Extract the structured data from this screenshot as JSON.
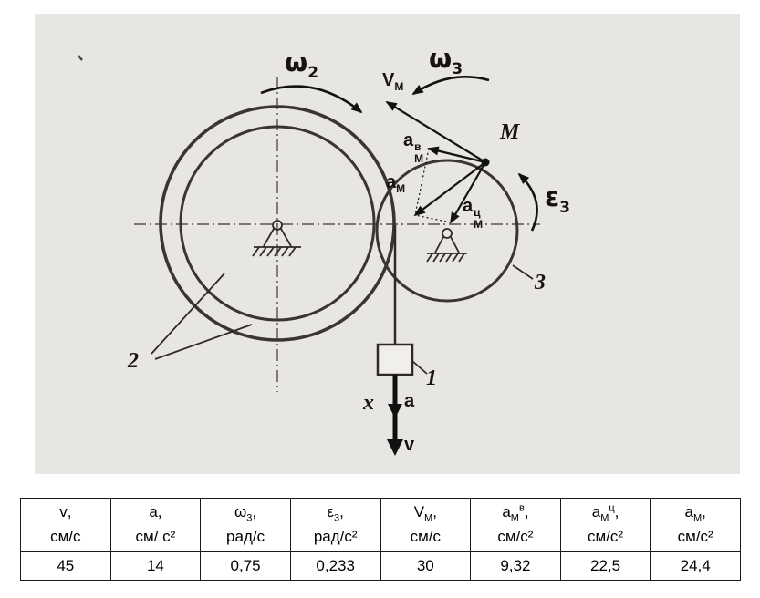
{
  "diagram": {
    "labels": {
      "omega2": {
        "main": "ω",
        "sub": "2"
      },
      "omega3": {
        "main": "ω",
        "sub": "3"
      },
      "epsilon3": {
        "main": "ε",
        "sub": "3"
      },
      "v_m": {
        "main": "V",
        "sub": "M"
      },
      "point_m": "M",
      "a_m_rot": {
        "main": "a",
        "sub": "M",
        "sup": "в"
      },
      "a_m": {
        "main": "a",
        "sub": "M"
      },
      "a_m_cen": {
        "main": "a",
        "sub": "M",
        "sup": "ц"
      },
      "wheel2": "2",
      "wheel3": "3",
      "weight1": "1",
      "axis_x": "x",
      "accel": "a",
      "vel": "v"
    }
  },
  "table": {
    "columns": [
      {
        "sym": "v",
        "sub": "",
        "sup": "",
        "tail": ",",
        "unit": "см/с"
      },
      {
        "sym": "a",
        "sub": "",
        "sup": "",
        "tail": ",",
        "unit": "см/ с²"
      },
      {
        "sym": "ω",
        "sub": "3",
        "sup": "",
        "tail": ",",
        "unit": "рад/с"
      },
      {
        "sym": "ε",
        "sub": "3",
        "sup": "",
        "tail": ",",
        "unit": "рад/с²"
      },
      {
        "sym": "V",
        "sub": "M",
        "sup": "",
        "tail": ",",
        "unit": "см/с"
      },
      {
        "sym": "a",
        "sub": "M",
        "sup": "в",
        "tail": ",",
        "unit": "см/с²"
      },
      {
        "sym": "a",
        "sub": "M",
        "sup": "ц",
        "tail": ",",
        "unit": "см/с²"
      },
      {
        "sym": "a",
        "sub": "M",
        "sup": "",
        "tail": ",",
        "unit": "см/с²"
      }
    ],
    "values": [
      "45",
      "14",
      "0,75",
      "0,233",
      "30",
      "9,32",
      "22,5",
      "24,4"
    ]
  }
}
